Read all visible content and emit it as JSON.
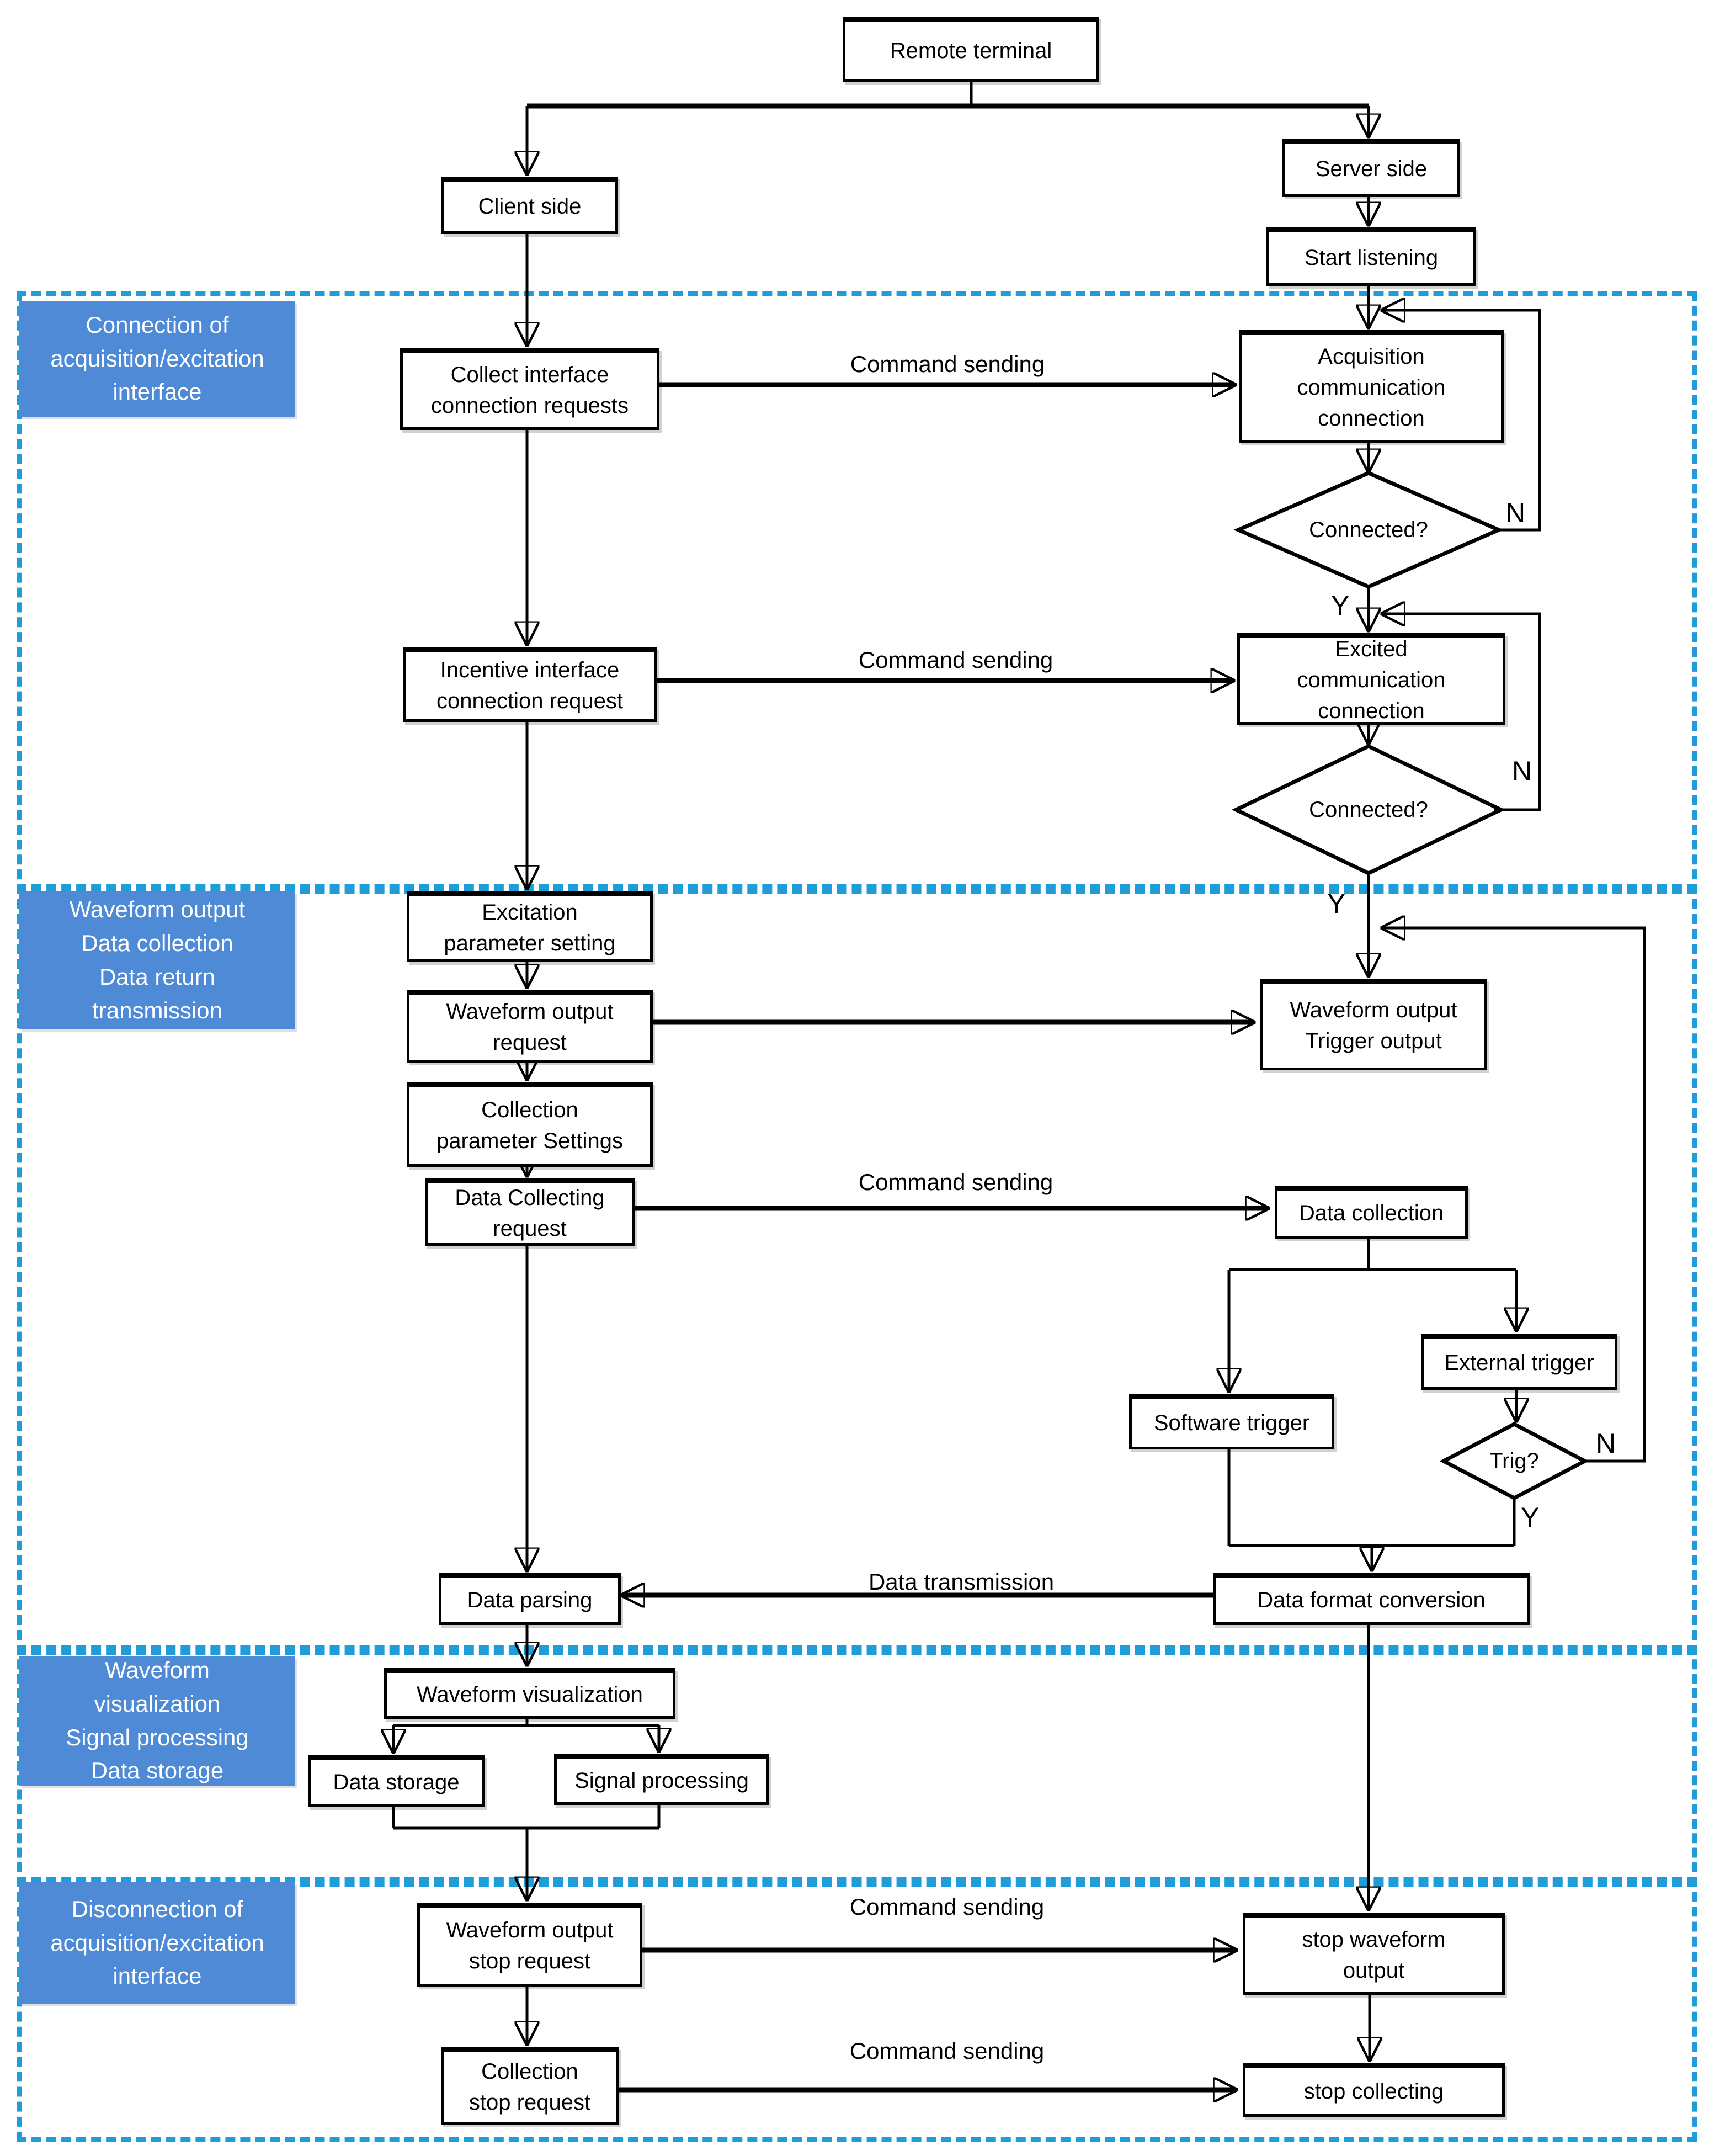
{
  "colors": {
    "section_border": "#1F9DD9",
    "label_background": "#4E8AD6",
    "label_text": "#FFFFFF",
    "line": "#000000",
    "box_background": "#FFFFFF"
  },
  "sections": [
    {
      "label": "Connection of\nacquisition/excitation\ninterface"
    },
    {
      "label": "Waveform output\nData collection\nData return\ntransmission"
    },
    {
      "label": "Waveform\nvisualization\nSignal processing\nData storage"
    },
    {
      "label": "Disconnection of\nacquisition/excitation\ninterface"
    }
  ],
  "nodes": {
    "remote_terminal": "Remote terminal",
    "client_side": "Client side",
    "server_side": "Server side",
    "start_listening": "Start listening",
    "collect_interface": "Collect interface\nconnection requests",
    "acquisition_comm": "Acquisition\ncommunication\nconnection",
    "incentive_interface": "Incentive interface\nconnection request",
    "excited_comm": "Excited\ncommunication\nconnection",
    "excitation_param": "Excitation\nparameter setting",
    "waveform_output_request": "Waveform output\nrequest",
    "collection_param": "Collection\nparameter Settings",
    "waveform_trigger_output": "Waveform output\nTrigger output",
    "data_collecting_request": "Data Collecting\nrequest",
    "data_collection": "Data collection",
    "software_trigger": "Software trigger",
    "external_trigger": "External trigger",
    "data_format_conversion": "Data format conversion",
    "data_parsing": "Data parsing",
    "waveform_visualization": "Waveform visualization",
    "data_storage": "Data storage",
    "signal_processing": "Signal processing",
    "waveform_output_stop_request": "Waveform output\nstop request",
    "stop_waveform_output": "stop waveform\noutput",
    "collection_stop_request": "Collection\nstop request",
    "stop_collecting": "stop collecting"
  },
  "decisions": {
    "acquisition_connected": "Connected?",
    "excited_connected": "Connected?",
    "trigger": "Trig?"
  },
  "edge_labels": {
    "command_sending": "Command sending",
    "data_transmission": "Data transmission"
  },
  "branch_labels": {
    "yes": "Y",
    "no": "N"
  }
}
